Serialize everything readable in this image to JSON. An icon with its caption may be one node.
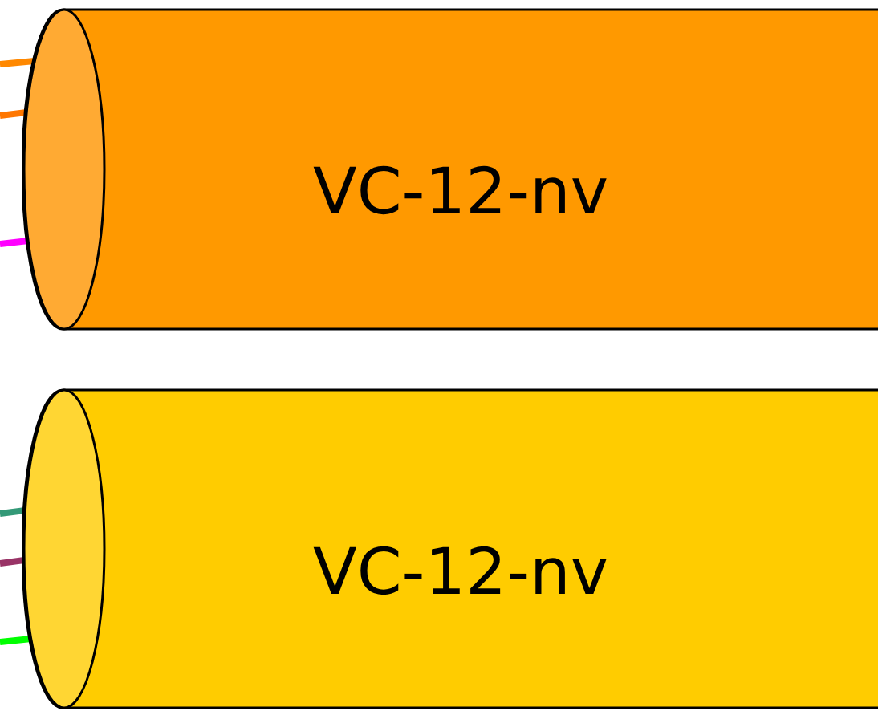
{
  "diagram": {
    "nodes": [
      {
        "text": [
          "VC-12-nv"
        ]
      },
      {
        "text": [
          "VC-12-nv"
        ]
      }
    ],
    "edges": [
      {
        "from": null,
        "to": 0,
        "arrow": "none",
        "color": "#ff8800"
      },
      {
        "from": null,
        "to": 0,
        "arrow": "none",
        "color": "#ff7700"
      },
      {
        "from": null,
        "to": 0,
        "arrow": "none",
        "color": "#ff00ff"
      },
      {
        "from": null,
        "to": 1,
        "arrow": "none",
        "color": "#339977"
      },
      {
        "from": null,
        "to": 1,
        "arrow": "none",
        "color": "#993366"
      },
      {
        "from": null,
        "to": 1,
        "arrow": "none",
        "color": "#00ff00"
      }
    ]
  }
}
